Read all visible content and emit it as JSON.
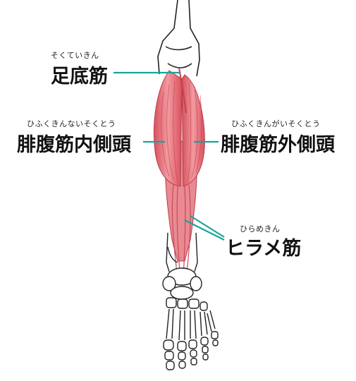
{
  "colors": {
    "leader": "#1aa39a",
    "muscle": "#e7737d",
    "muscle_dark": "#c94a57",
    "outline": "#222222"
  },
  "labels": {
    "plantaris": {
      "ruby": "そくていきん",
      "text": "足底筋"
    },
    "medial_head": {
      "ruby": "ひふくきんないそくとう",
      "text": "腓腹筋内側頭"
    },
    "lateral_head": {
      "ruby": "ひふくきんがいそくとう",
      "text": "腓腹筋外側頭"
    },
    "soleus": {
      "ruby": "ひらめきん",
      "text": "ヒラメ筋"
    }
  }
}
